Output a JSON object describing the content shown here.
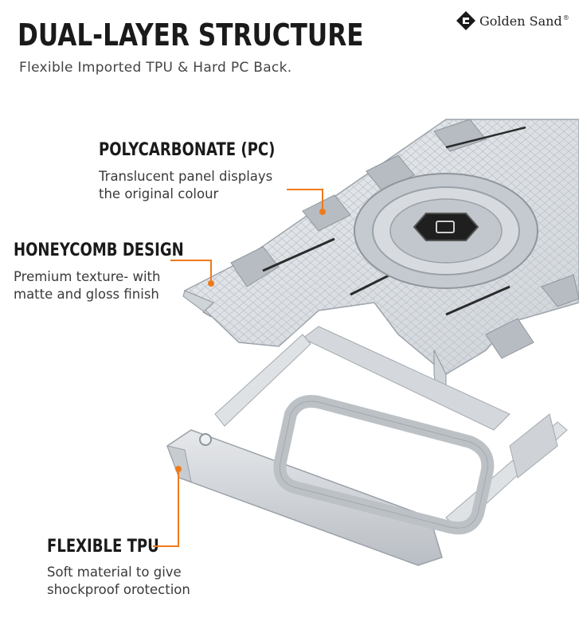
{
  "header": {
    "title": "DUAL-LAYER STRUCTURE",
    "subtitle": "Flexible Imported TPU & Hard PC Back."
  },
  "brand": {
    "name": "Golden Sand",
    "mark": "®",
    "icon": "golden-sand-logo-icon"
  },
  "callouts": {
    "polycarbonate": {
      "title": "POLYCARBONATE (PC)",
      "lines": [
        "Translucent panel displays",
        "the original colour"
      ]
    },
    "honeycomb": {
      "title": "HONEYCOMB DESIGN",
      "lines": [
        "Premium texture- with",
        "matte and gloss finish"
      ]
    },
    "tpu": {
      "title": "FLEXIBLE TPU",
      "lines": [
        "Soft material to give",
        "shockproof orotection"
      ]
    }
  },
  "colors": {
    "accent": "#f07a1a",
    "text": "#1a1a1a",
    "background": "#ffffff"
  }
}
